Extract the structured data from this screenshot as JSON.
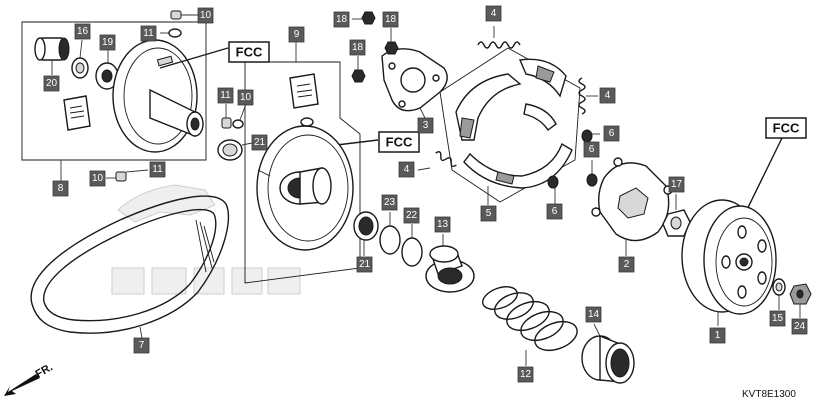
{
  "callouts": [
    "1",
    "2",
    "3",
    "4",
    "4",
    "4",
    "5",
    "6",
    "6",
    "6",
    "7",
    "8",
    "9",
    "10",
    "10",
    "10",
    "11",
    "11",
    "11",
    "12",
    "13",
    "14",
    "15",
    "16",
    "17",
    "18",
    "18",
    "18",
    "19",
    "20",
    "21",
    "21",
    "22",
    "23",
    "24"
  ],
  "fcc_tags": [
    "FCC",
    "FCC",
    "FCC"
  ],
  "direction_label": "FR.",
  "diagram_code": "KVT8E1300"
}
